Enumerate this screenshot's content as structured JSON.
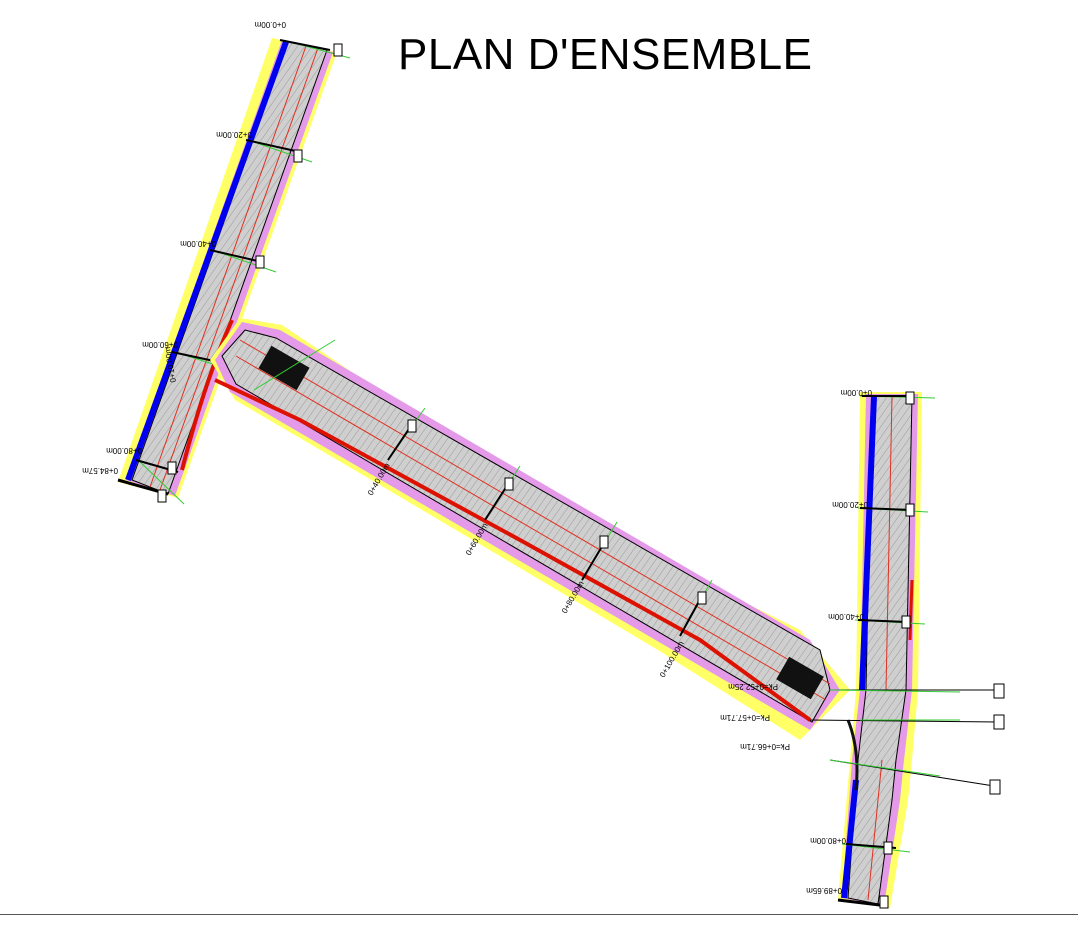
{
  "title": "PLAN D'ENSEMBLE",
  "colors": {
    "road": "#c8c8c8",
    "edge_blue": "#0000ee",
    "verge_yellow": "#ffff66",
    "verge_pink": "#e49ae8",
    "axis_red": "#e03020",
    "kerb_red": "#dd1100",
    "profile_green": "#33cc33",
    "outline": "#000000"
  },
  "left_road": {
    "chainages": [
      "0+0.00m",
      "0+20.00m",
      "0+40.00m",
      "0+60.00m",
      "0+80.00m",
      "0+84.57m"
    ]
  },
  "center_road": {
    "chainages": [
      "0+10.00m",
      "0+40.00m",
      "0+60.00m",
      "0+80.00m",
      "0+100.00m"
    ]
  },
  "right_road": {
    "chainages": [
      "0+0.00m",
      "0+20.00m",
      "0+40.00m",
      "0+80.00m",
      "0+89.65m"
    ],
    "points": [
      "Pk=0+52.25m",
      "Pk=0+57.71m",
      "Pk=0+66.71m"
    ]
  }
}
